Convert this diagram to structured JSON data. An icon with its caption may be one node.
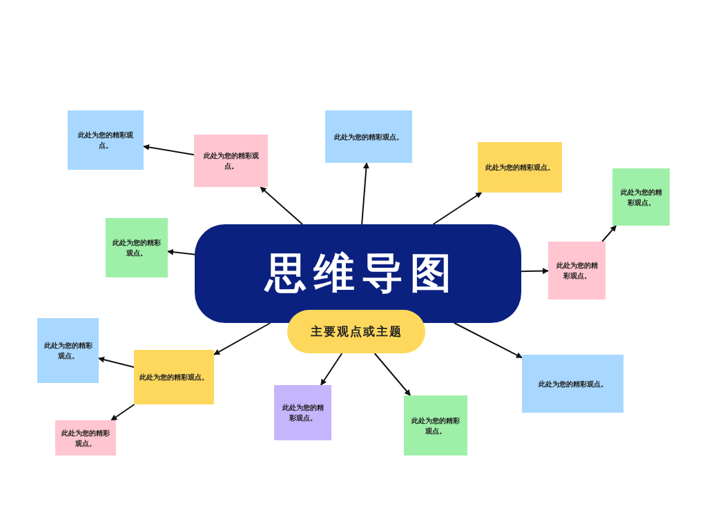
{
  "diagram": {
    "nodes": [
      {
        "text": [
          "思维导图"
        ]
      },
      {
        "text": [
          "主要观点或主题"
        ]
      },
      {
        "text": [
          "此处为您的精彩观点。"
        ]
      },
      {
        "text": [
          "此处为您的精彩观点。"
        ]
      },
      {
        "text": [
          "此处为您的精彩观点。"
        ]
      },
      {
        "text": [
          "此处为您的精彩观点。"
        ]
      },
      {
        "text": [
          "此处为您的精彩观点。"
        ]
      },
      {
        "text": [
          "此处为您的精彩观点。"
        ]
      },
      {
        "text": [
          "此处为您的精彩观点。"
        ]
      },
      {
        "text": [
          "此处为您的精彩观点。"
        ]
      },
      {
        "text": [
          "此处为您的精彩观点。"
        ]
      },
      {
        "text": [
          "此处为您的精彩观点。"
        ]
      },
      {
        "text": [
          "此处为您的精彩观点。"
        ]
      },
      {
        "text": [
          "此处为您的精彩观点。"
        ]
      },
      {
        "text": [
          "此处为您的精彩观点。"
        ]
      }
    ],
    "edges": [
      {
        "from": 0,
        "to": 3,
        "arrow": "to"
      },
      {
        "from": 3,
        "to": 2,
        "arrow": "to"
      },
      {
        "from": 0,
        "to": 4,
        "arrow": "to"
      },
      {
        "from": 0,
        "to": 5,
        "arrow": "to"
      },
      {
        "from": 0,
        "to": 7,
        "arrow": "to"
      },
      {
        "from": 0,
        "to": 8,
        "arrow": "to"
      },
      {
        "from": 8,
        "to": 6,
        "arrow": "to"
      },
      {
        "from": 0,
        "to": 10,
        "arrow": "to"
      },
      {
        "from": 10,
        "to": 9,
        "arrow": "to"
      },
      {
        "from": 10,
        "to": 11,
        "arrow": "to"
      },
      {
        "from": 1,
        "to": 12,
        "arrow": "to"
      },
      {
        "from": 1,
        "to": 13,
        "arrow": "to"
      },
      {
        "from": 0,
        "to": 14,
        "arrow": "to"
      }
    ]
  }
}
